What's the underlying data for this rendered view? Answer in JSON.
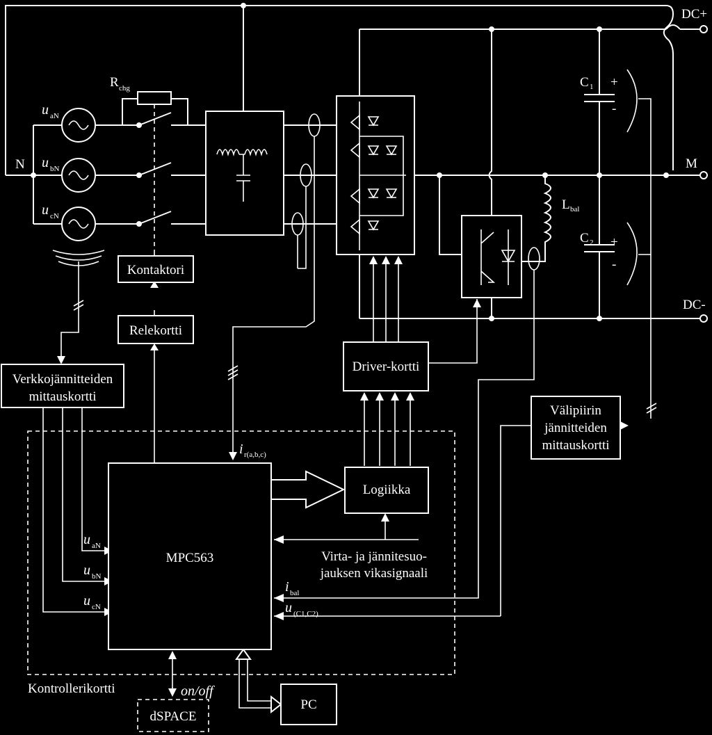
{
  "terminals": {
    "dc_plus": "DC+",
    "mid": "M",
    "dc_minus": "DC-"
  },
  "labels": {
    "neutral": "N",
    "r_chg": "R",
    "r_chg_sub": "chg",
    "u_an": "u",
    "u_an_sub": "aN",
    "u_bn": "u",
    "u_bn_sub": "bN",
    "u_cn": "u",
    "u_cn_sub": "cN",
    "c1": "C",
    "c1_sub": "1",
    "c2": "C",
    "c2_sub": "2",
    "l_bal": "L",
    "l_bal_sub": "bal",
    "plus": "+",
    "minus": "-"
  },
  "blocks": {
    "kontaktori": "Kontaktori",
    "relekortti": "Relekortti",
    "verkko_line1": "Verkkojännitteiden",
    "verkko_line2": "mittauskortti",
    "driver": "Driver-kortti",
    "valipiiri_line1": "Välipiirin",
    "valipiiri_line2": "jännitteiden",
    "valipiiri_line3": "mittauskortti",
    "mpc": "MPC563",
    "logiikka": "Logiikka",
    "kontrollerikortti": "Kontrollerikortti",
    "pc": "PC",
    "dspace": "dSPACE"
  },
  "signals": {
    "ir": "i",
    "ir_sub": "r(a,b,c)",
    "in_uan": "u",
    "in_uan_sub": "aN",
    "in_ubn": "u",
    "in_ubn_sub": "bN",
    "in_ucn": "u",
    "in_ucn_sub": "cN",
    "ibal": "i",
    "ibal_sub": "bal",
    "uc": "u",
    "uc_sub": "(C1,C2)",
    "fault_line1": "Virta- ja jännitesuo-",
    "fault_line2": "jauksen vikasignaali",
    "onoff": "on/off"
  }
}
